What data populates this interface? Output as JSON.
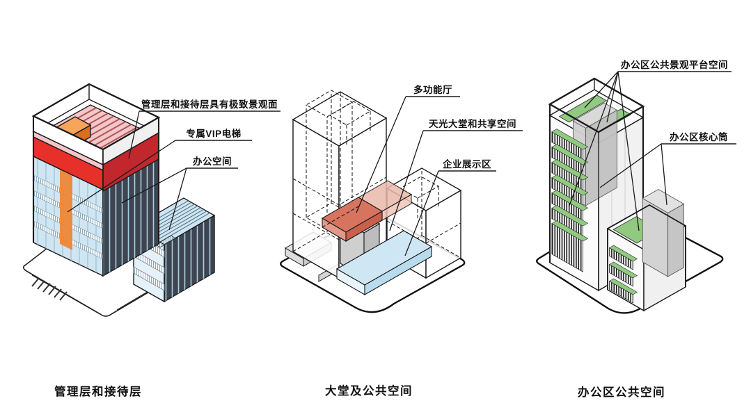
{
  "figure": {
    "kind": "architectural axonometric functional diagrams",
    "language": "zh-CN",
    "background": "#ffffff"
  },
  "diagrams": [
    {
      "id": "management-reception-floors",
      "caption": "管理层和接待层",
      "annotations": [
        {
          "label": "管理层和接待层具有极致景观面"
        },
        {
          "label": "专属VIP电梯"
        },
        {
          "label": "办公空间"
        }
      ]
    },
    {
      "id": "lobby-public-space",
      "caption": "大堂及公共空间",
      "annotations": [
        {
          "label": "多功能厅"
        },
        {
          "label": "天光大堂和共享空间"
        },
        {
          "label": "企业展示区"
        }
      ]
    },
    {
      "id": "office-public-space",
      "caption": "办公区公共空间",
      "annotations": [
        {
          "label": "办公区公共景观平台空间"
        },
        {
          "label": "办公区核心筒"
        }
      ]
    }
  ],
  "colors": {
    "line": "#1a1a1a",
    "red_band": "#e8302a",
    "red_band_dark": "#c1272d",
    "pink_band": "#f4c6c9",
    "pink_roof": "#f4c6c9",
    "orange": "#ef8431",
    "orange_top": "#f9a45b",
    "orange_dark": "#d96f1f",
    "glass_blue": "#cfe5f2",
    "glass_blue_pale": "#e4f1f8",
    "dark_facade": "#3e4550",
    "slab_red_top": "#d7745f",
    "slab_red_side": "#c9604c",
    "slab_red_light": "#ecb9ab",
    "slab_blue_top": "#cfe6f4",
    "slab_blue_side": "#b9dbee",
    "grey_light": "#e2e2e2",
    "grey_mid": "#cfcfcf",
    "green": "#90ca80",
    "core_grey": "#d8d8d8",
    "white": "#ffffff"
  }
}
